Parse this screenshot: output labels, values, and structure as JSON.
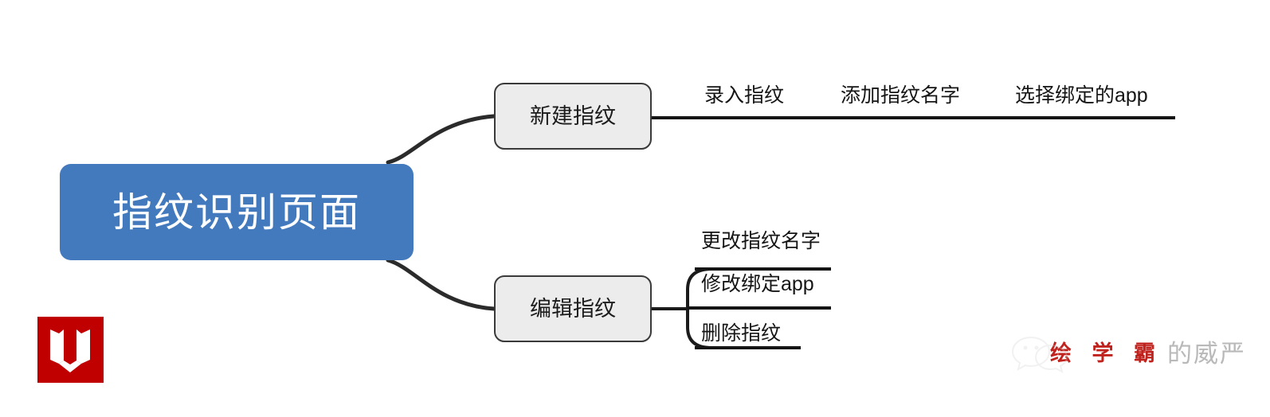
{
  "diagram": {
    "type": "mind-map",
    "background_color": "#ffffff",
    "root": {
      "label": "指纹识别页面",
      "fill_color": "#4379bd",
      "text_color": "#ffffff"
    },
    "branches": [
      {
        "label": "新建指纹",
        "fill_color": "#ececec",
        "border_color": "#3a3a3a",
        "layout": "single-underline",
        "leaves": [
          {
            "label": "录入指纹"
          },
          {
            "label": "添加指纹名字"
          },
          {
            "label": "选择绑定的app"
          }
        ]
      },
      {
        "label": "编辑指纹",
        "fill_color": "#ececec",
        "border_color": "#3a3a3a",
        "layout": "bracket-stacked",
        "leaves": [
          {
            "label": "更改指纹名字"
          },
          {
            "label": "修改绑定app"
          },
          {
            "label": "删除指纹"
          }
        ]
      }
    ],
    "connector_color": "#2b2b2b"
  },
  "logo": {
    "name": "w-logo",
    "background_color": "#c00000",
    "mark_color": "#ffffff"
  },
  "watermark": {
    "icon": "wechat-bubble-icon",
    "brand_text": "绘 学 霸",
    "brand_color": "#c0221d",
    "suffix_text": "的威严",
    "suffix_color": "#b9b9b9"
  }
}
